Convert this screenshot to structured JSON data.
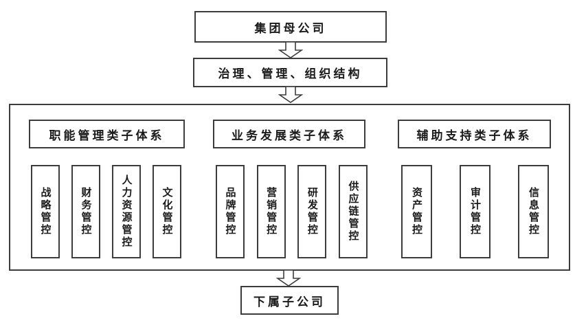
{
  "diagram": {
    "title_box": "集团母公司",
    "structure_box": "治理、管理、组织结构",
    "bottom_box": "下属子公司",
    "groups": [
      {
        "header": "职能管理类子体系",
        "items": [
          "战略管控",
          "财务管控",
          "人力资源管控",
          "文化管控"
        ]
      },
      {
        "header": "业务发展类子体系",
        "items": [
          "品牌管控",
          "营销管控",
          "研发管控",
          "供应链管控"
        ]
      },
      {
        "header": "辅助支持类子体系",
        "items": [
          "资产管控",
          "审计管控",
          "信息管控"
        ]
      }
    ],
    "colors": {
      "border": "#3c3c3c",
      "background": "#ffffff",
      "text": "#1a1a1a"
    }
  }
}
